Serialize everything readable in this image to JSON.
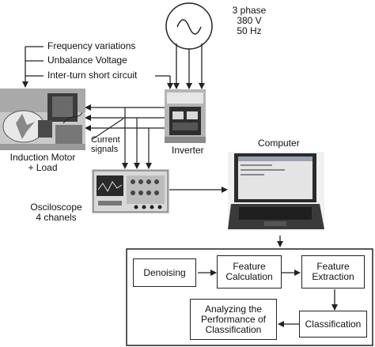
{
  "power": {
    "line1": "3 phase",
    "line2": "380 V",
    "line3": "50 Hz"
  },
  "faults": [
    "Frequency variations",
    "Unbalance Voltage",
    "Inter-turn short circuit"
  ],
  "motor": {
    "line1": "Induction Motor",
    "line2": "+ Load"
  },
  "inverter_label": "Inverter",
  "signals": {
    "line1": "Current",
    "line2": "signals"
  },
  "scope": {
    "line1": "Osciloscope",
    "line2": "4 chanels"
  },
  "computer_label": "Computer",
  "pipeline": {
    "denoising": "Denoising",
    "feature_calc": {
      "line1": "Feature",
      "line2": "Calculation"
    },
    "feature_extr": {
      "line1": "Feature",
      "line2": "Extraction"
    },
    "classification": "Classification",
    "analyzing": {
      "line1": "Analyzing the",
      "line2": "Performance of",
      "line3": "Classification"
    }
  }
}
